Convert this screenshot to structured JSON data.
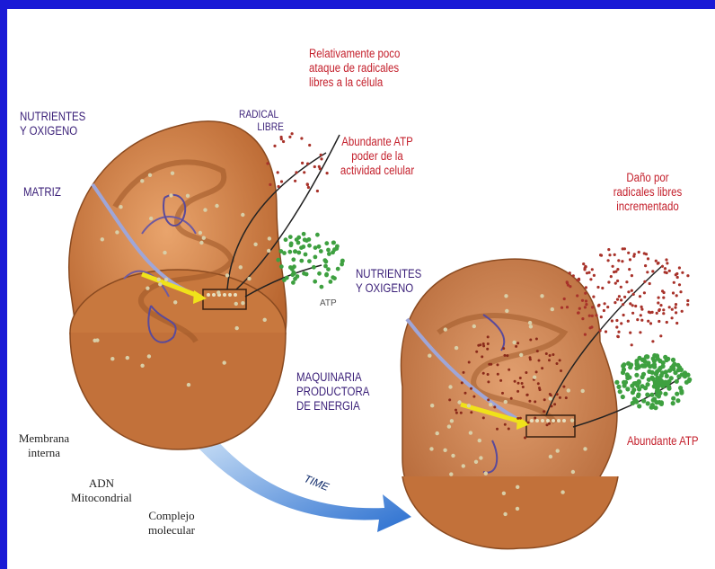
{
  "labels": {
    "relativamente": [
      "Relativamente poco",
      "ataque de radicales",
      "libres a la célula"
    ],
    "nutrientes_1": [
      "NUTRIENTES",
      "Y OXIGENO"
    ],
    "radical_libre": [
      "RADICAL",
      "LIBRE"
    ],
    "abundante_atp_1": [
      "Abundante ATP",
      "poder de la",
      "actividad celular"
    ],
    "matriz": "MATRIZ",
    "dano": [
      "Daño por",
      "radicales libres",
      "incrementado"
    ],
    "atp": "ATP",
    "nutrientes_2": [
      "NUTRIENTES",
      "Y OXIGENO"
    ],
    "maquinaria": [
      "MAQUINARIA",
      "PRODUCTORA",
      "DE ENERGIA"
    ],
    "membrana": [
      "Membrana",
      "interna"
    ],
    "abundante_atp_2": "Abundante ATP",
    "adn": [
      "ADN",
      "Mitocondrial"
    ],
    "complejo": [
      "Complejo",
      "molecular"
    ],
    "time": "TIME"
  },
  "colors": {
    "frame": "#1a1ad6",
    "mito_body": "#d68a52",
    "mito_dark": "#a85a2a",
    "label_red": "#c4202c",
    "label_purple": "#3a1f78",
    "atp_green": "#3ea040",
    "time_arrow": "#3a7fd8"
  }
}
